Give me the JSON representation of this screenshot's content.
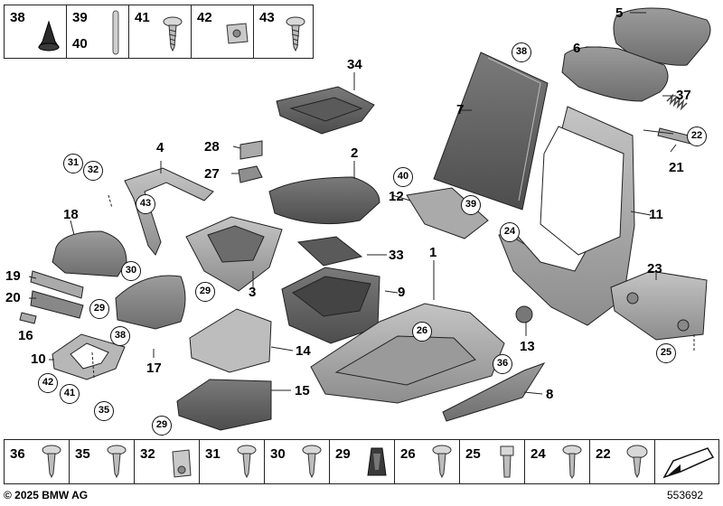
{
  "top_strip": {
    "cells": [
      {
        "num": "38",
        "num2": "",
        "icon": "rubber-stopper-icon"
      },
      {
        "num": "39",
        "num2": "40",
        "icon": "pin-icon"
      },
      {
        "num": "41",
        "num2": "",
        "icon": "screw-icon"
      },
      {
        "num": "42",
        "num2": "",
        "icon": "clip-nut-icon"
      },
      {
        "num": "43",
        "num2": "",
        "icon": "screw-icon"
      }
    ]
  },
  "bottom_strip": {
    "cells": [
      {
        "num": "36",
        "icon": "screw-icon"
      },
      {
        "num": "35",
        "icon": "screw-icon"
      },
      {
        "num": "32",
        "icon": "clip-nut-icon"
      },
      {
        "num": "31",
        "icon": "screw-icon"
      },
      {
        "num": "30",
        "icon": "screw-icon"
      },
      {
        "num": "29",
        "icon": "clip-icon"
      },
      {
        "num": "26",
        "icon": "screw-icon"
      },
      {
        "num": "25",
        "icon": "screw-icon"
      },
      {
        "num": "24",
        "icon": "screw-icon"
      },
      {
        "num": "22",
        "icon": "screw-icon"
      },
      {
        "num": "",
        "icon": "arrow-icon"
      }
    ]
  },
  "labels": [
    "5",
    "6",
    "37",
    "22",
    "21",
    "11",
    "7",
    "34",
    "4",
    "28",
    "27",
    "2",
    "12",
    "18",
    "19",
    "20",
    "16",
    "10",
    "3",
    "33",
    "1",
    "9",
    "14",
    "13",
    "23",
    "17",
    "15",
    "8"
  ],
  "circled_labels": [
    "38",
    "31",
    "32",
    "43",
    "40",
    "39",
    "24",
    "30",
    "29",
    "29",
    "26",
    "36",
    "38",
    "42",
    "41",
    "35",
    "29",
    "25"
  ],
  "footer": {
    "copyright": "© 2025 BMW AG",
    "diagram_number": "553692"
  }
}
